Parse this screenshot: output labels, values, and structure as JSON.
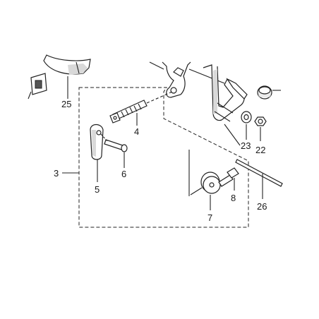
{
  "diagram": {
    "callouts": [
      {
        "id": "c25",
        "text": "25"
      },
      {
        "id": "c3",
        "text": "3"
      },
      {
        "id": "c4",
        "text": "4"
      },
      {
        "id": "c5",
        "text": "5"
      },
      {
        "id": "c6",
        "text": "6"
      },
      {
        "id": "c23",
        "text": "23"
      },
      {
        "id": "c22",
        "text": "22"
      },
      {
        "id": "c8",
        "text": "8"
      },
      {
        "id": "c26",
        "text": "26"
      },
      {
        "id": "c7",
        "text": "7"
      }
    ]
  }
}
